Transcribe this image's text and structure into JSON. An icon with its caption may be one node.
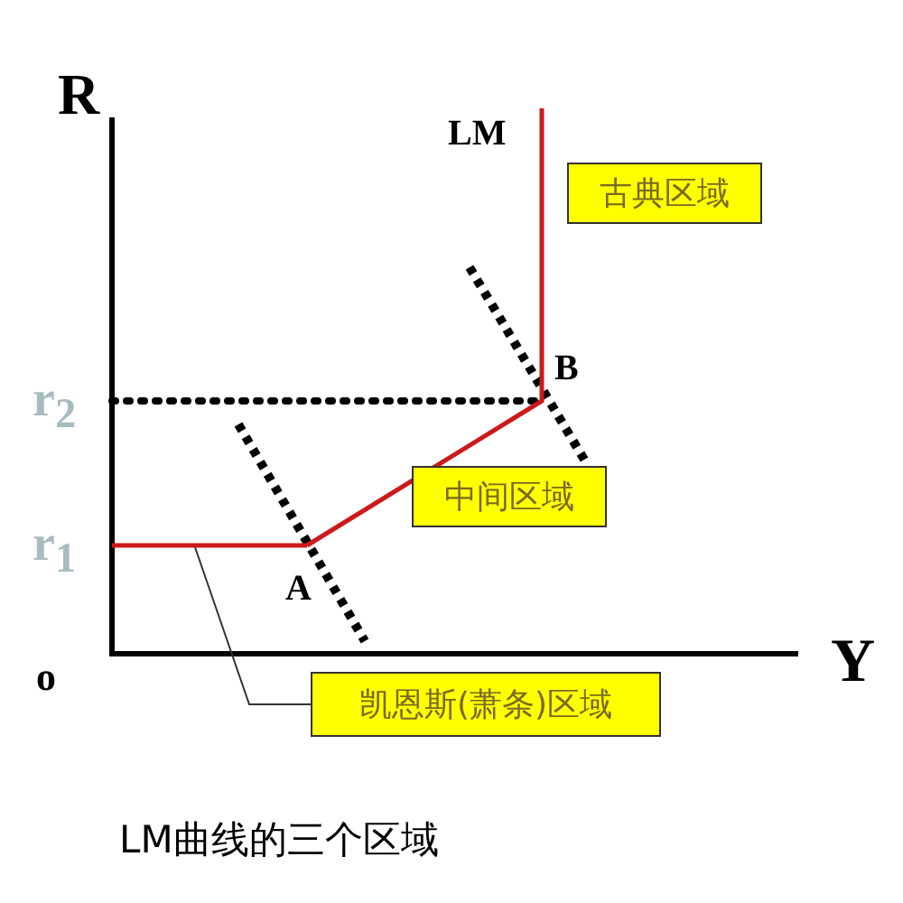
{
  "diagram": {
    "caption": "LM曲线的三个区域",
    "nodes": [
      {
        "text": [
          "古典区域"
        ]
      },
      {
        "text": [
          "中间区域"
        ]
      },
      {
        "text": [
          "凯恩斯(萧条)区域"
        ]
      },
      {
        "text": [],
        "shape": "line"
      }
    ],
    "edges": [
      {
        "from": 2,
        "to": 3,
        "arrow": "none"
      }
    ],
    "labels": [
      "R",
      "LM",
      "B",
      "r$_{2}$",
      "r$_{1}$",
      "A",
      "o",
      "Y"
    ]
  }
}
